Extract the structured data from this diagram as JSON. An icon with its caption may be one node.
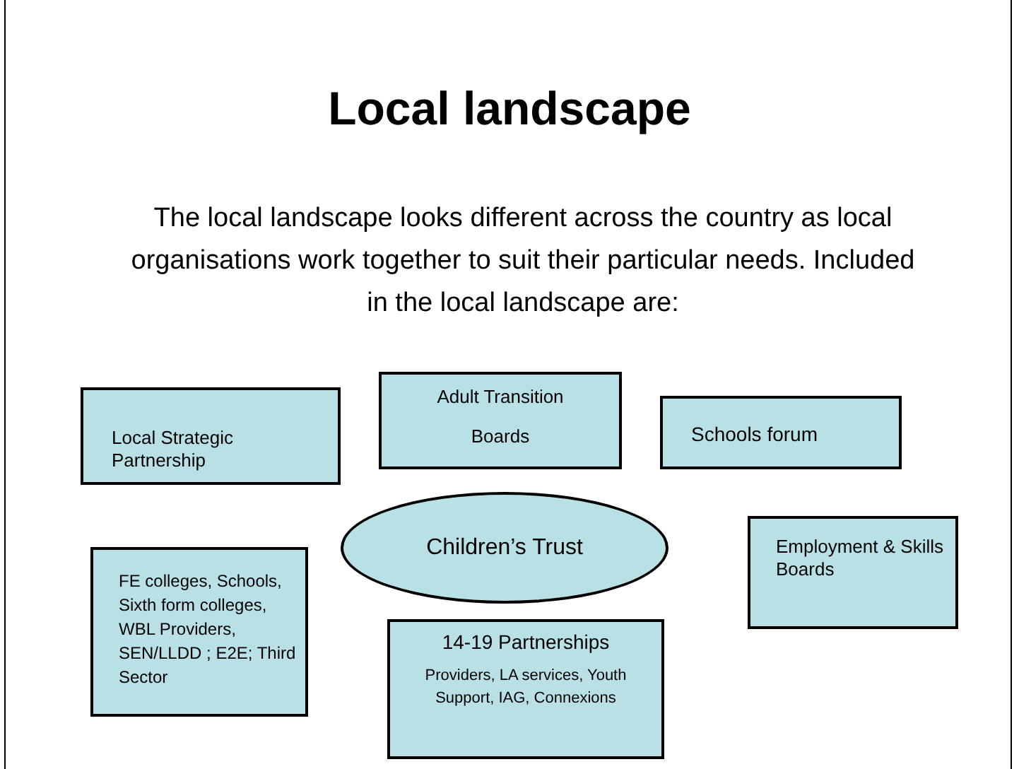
{
  "diagram": {
    "title": "Local landscape",
    "nodes": [
      {
        "text": [
          "Local Strategic Partnership"
        ]
      },
      {
        "text": [
          "Adult Transition Boards"
        ]
      },
      {
        "text": [
          "Schools forum"
        ]
      },
      {
        "text": [
          "Children’s Trust"
        ]
      },
      {
        "text": [
          "FE colleges, Schools, Sixth form colleges, WBL Providers, SEN/LLDD ; E2E; Third Sector"
        ]
      },
      {
        "text": [
          "14-19 Partnerships",
          "Providers, LA services, Youth Support, IAG, Connexions"
        ]
      },
      {
        "text": [
          "Employment & Skills Boards"
        ]
      }
    ],
    "labels": [
      "The local landscape looks different across the country as local organisations work together to suit their particular needs. Included in the local landscape are:"
    ]
  }
}
